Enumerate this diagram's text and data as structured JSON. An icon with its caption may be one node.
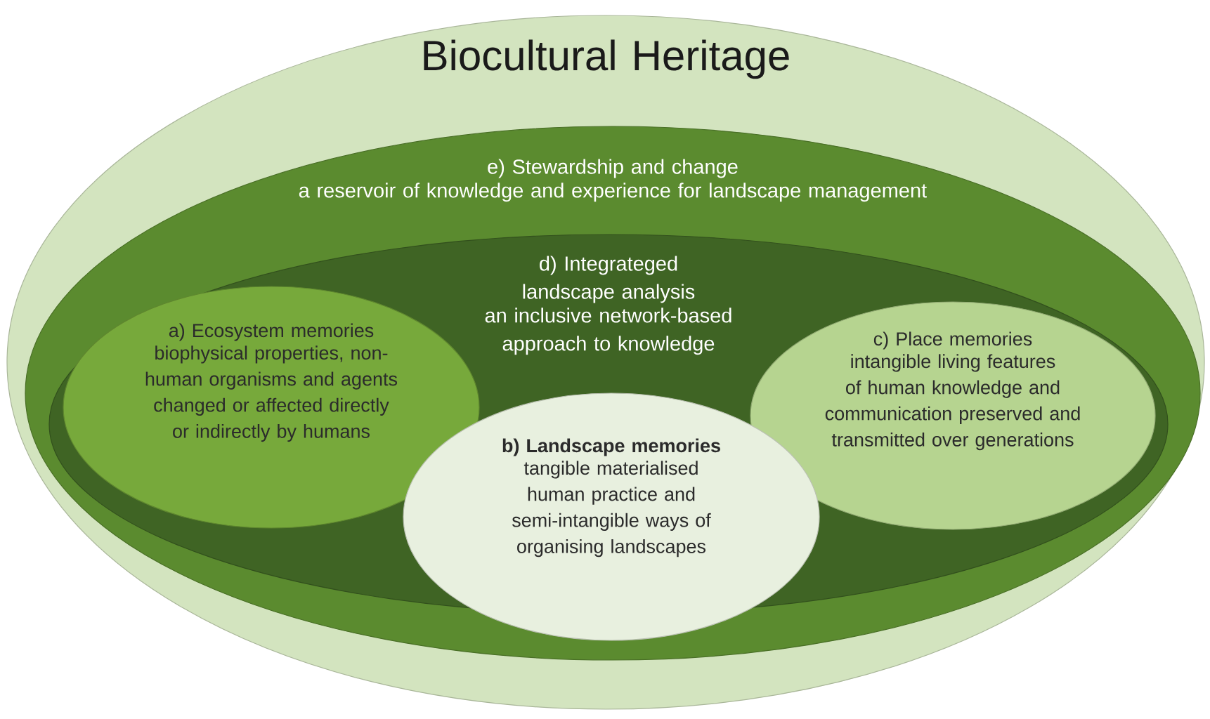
{
  "diagram": {
    "nodes": [
      {
        "text": [
          "Biocultural Heritage"
        ]
      },
      {
        "text": [
          "e) Stewardship and change",
          "a reservoir of knowledge and experience for landscape management"
        ],
        "in": 0
      },
      {
        "text": [
          "d) Integrateged landscape analysis",
          "an inclusive network-based approach to knowledge"
        ],
        "in": 1
      },
      {
        "text": [
          "a) Ecosystem memories",
          "biophysical properties, non-human organisms and agents changed or affected directly or indirectly by humans"
        ],
        "in": 2
      },
      {
        "text": [
          "b) Landscape memories",
          "tangible materialised human practice and semi-intangible ways of organising landscapes"
        ],
        "in": 2
      },
      {
        "text": [
          "c) Place memories",
          "intangible living features of human knowledge and communication preserved and transmitted over generations"
        ],
        "in": 2
      }
    ]
  }
}
